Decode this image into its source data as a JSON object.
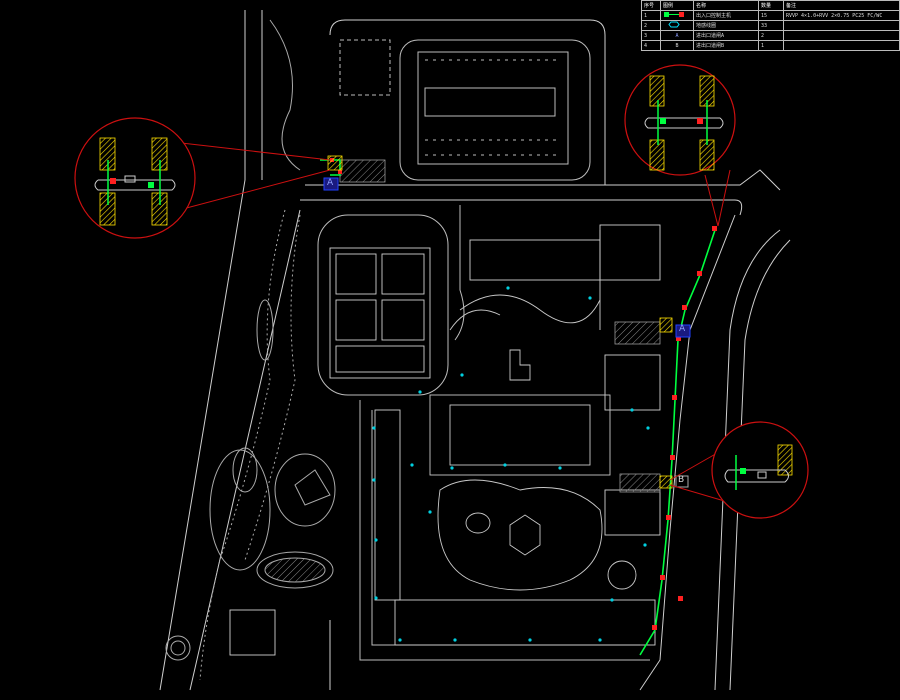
{
  "legend": {
    "headers": [
      "序号",
      "图例",
      "名称",
      "数量",
      "备注"
    ],
    "rows": [
      {
        "no": "1",
        "name": "出入口控制主机",
        "qty": "15",
        "note": "RVVP 4×1.0+RVV 2×0.75 PC25 FC/WC"
      },
      {
        "no": "2",
        "name": "地感线圈",
        "qty": "33",
        "note": ""
      },
      {
        "no": "3",
        "name": "进出口道闸A",
        "qty": "2",
        "note": ""
      },
      {
        "no": "4",
        "name": "进出口道闸B",
        "qty": "1",
        "note": ""
      }
    ]
  },
  "gate_labels": {
    "a": "A",
    "b": "B"
  },
  "colors": {
    "background": "#000000",
    "linework": "#d0d0d0",
    "cable": "#00ff40",
    "device": "#ff2020",
    "callout": "#cc1010",
    "hatch_yellow": "#ffe000",
    "marker_blue": "#2040ff",
    "accent_cyan": "#00e5ff"
  }
}
